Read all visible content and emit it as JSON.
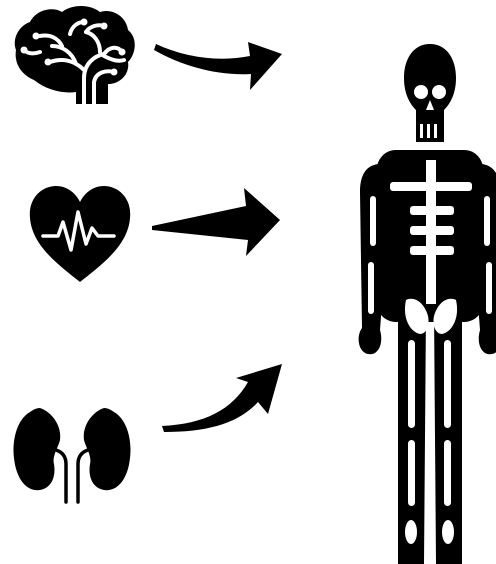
{
  "diagram": {
    "organs": [
      {
        "icon": "brain-icon"
      },
      {
        "icon": "heart-pulse-icon"
      },
      {
        "icon": "kidneys-icon"
      }
    ],
    "arrows": [
      {
        "icon": "arrow-icon",
        "style": "curved"
      },
      {
        "icon": "arrow-icon",
        "style": "straight"
      },
      {
        "icon": "arrow-icon",
        "style": "curved"
      }
    ],
    "target": {
      "icon": "skeleton-icon"
    },
    "colors": {
      "ink": "#000000",
      "paper": "#ffffff"
    }
  }
}
